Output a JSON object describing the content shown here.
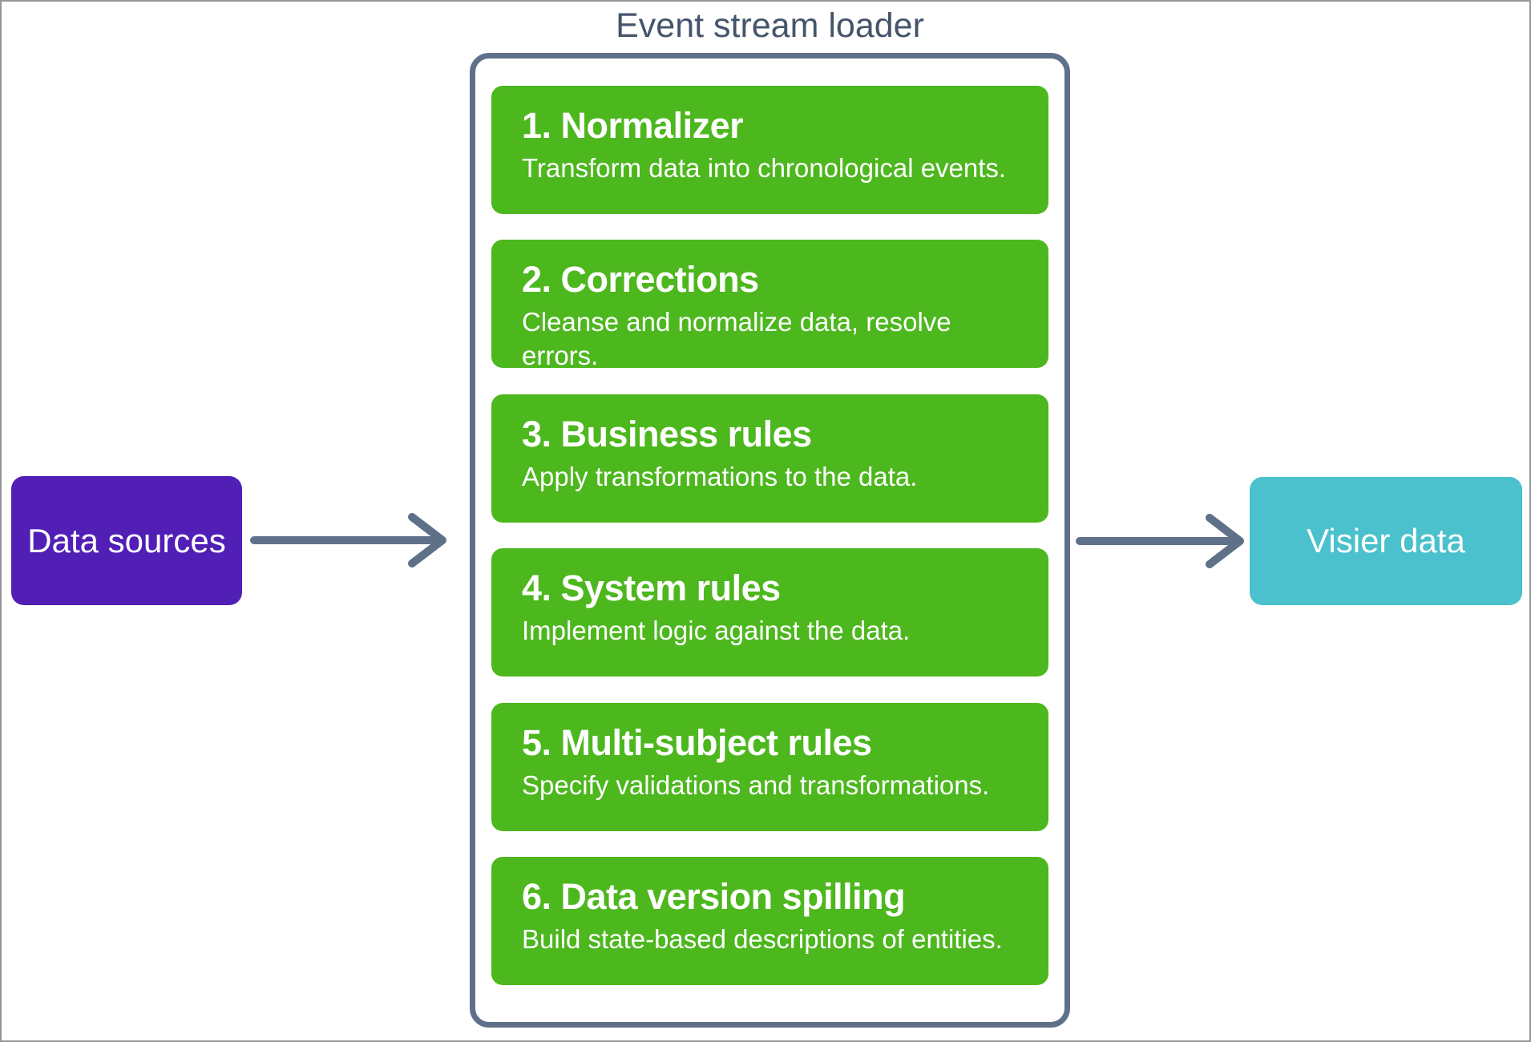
{
  "title": "Event stream loader",
  "colors": {
    "step_green": "#4DB71E",
    "source_purple": "#511FB5",
    "target_teal": "#4AC1CC",
    "outline_slate": "#5F7089",
    "title_text": "#44546A",
    "box_text": "#FFFFFF",
    "page_border": "#969696"
  },
  "icons": {
    "flow_arrow": "→"
  },
  "source_node": {
    "label": "Data sources"
  },
  "target_node": {
    "label": "Visier data"
  },
  "loader": {
    "steps": [
      {
        "title": "1. Normalizer",
        "description": "Transform data into chronological events."
      },
      {
        "title": "2. Corrections",
        "description": "Cleanse and normalize data, resolve errors."
      },
      {
        "title": "3. Business rules",
        "description": "Apply transformations to the data."
      },
      {
        "title": "4. System rules",
        "description": "Implement logic against the data."
      },
      {
        "title": "5. Multi-subject rules",
        "description": "Specify validations and transformations."
      },
      {
        "title": "6. Data version spilling",
        "description": "Build state-based descriptions of entities."
      }
    ]
  }
}
